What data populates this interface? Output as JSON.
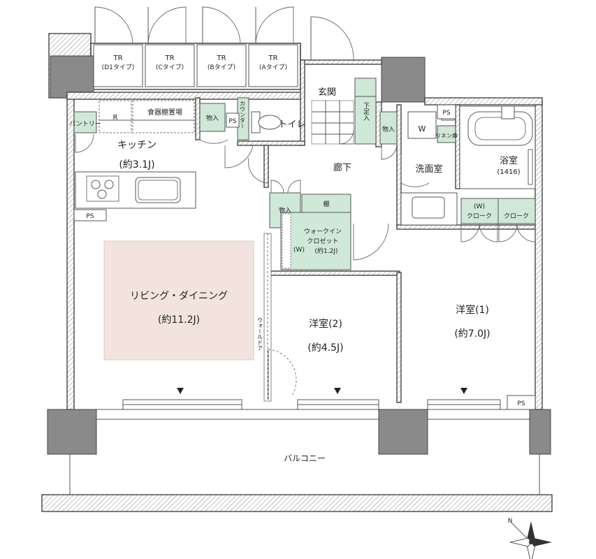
{
  "rooms": {
    "living_dining": {
      "name": "リビング・ダイニング",
      "area": "(約11.2J)"
    },
    "kitchen": {
      "name": "キッチン",
      "area": "(約3.1J)"
    },
    "western1": {
      "name": "洋室(1)",
      "area": "(約7.0J)"
    },
    "western2": {
      "name": "洋室(2)",
      "area": "(約4.5J)"
    },
    "wic": {
      "name1": "ウォークイン",
      "name2": "クロゼット",
      "area": "(約1.2J)",
      "w": "(W)"
    },
    "bath": {
      "name": "浴室",
      "size": "(1416)"
    },
    "washroom": "洗面室",
    "corridor": "廊下",
    "entrance": "玄関",
    "toilet": "トイレ",
    "balcony": "バルコニー"
  },
  "labels": {
    "pantry": "パントリー",
    "fridge": "R",
    "dish_rack": "食器棚置場",
    "storage": "物入",
    "counter": "カウンター",
    "ps": "PS",
    "shoe_box": "下足入",
    "linen": "リネン庫",
    "washer": "W",
    "shelf": "棚",
    "closet_w": "(W)",
    "closet": "クローク",
    "wall_door": "ウォールドア"
  },
  "trunk_rooms": [
    {
      "tr": "TR",
      "type": "(D1タイプ)"
    },
    {
      "tr": "TR",
      "type": "(Cタイプ)"
    },
    {
      "tr": "TR",
      "type": "(Bタイプ)"
    },
    {
      "tr": "TR",
      "type": "(Aタイプ)"
    }
  ],
  "compass": {
    "north": "N"
  },
  "colors": {
    "living_highlight": "#f2e3df",
    "fixture_green": "#cfe8d8",
    "column": "#8a8a8a"
  }
}
